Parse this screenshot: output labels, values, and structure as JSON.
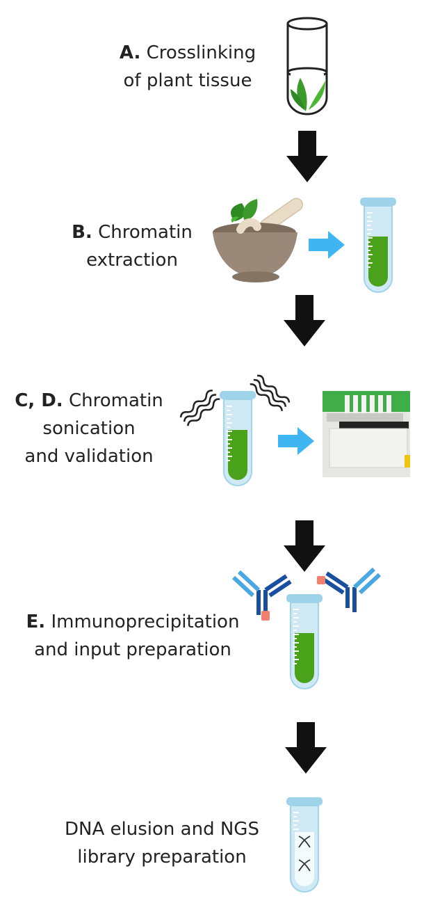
{
  "steps": [
    {
      "letter": "A.",
      "line1": "Crosslinking",
      "line2": "of plant tissue",
      "line3": ""
    },
    {
      "letter": "B.",
      "line1": "Chromatin",
      "line2": "extraction",
      "line3": ""
    },
    {
      "letter": "C, D.",
      "line1": "Chromatin",
      "line2": "sonication",
      "line3": "and validation"
    },
    {
      "letter": "E.",
      "line1": "Immunoprecipitation",
      "line2": "and input preparation",
      "line3": ""
    },
    {
      "letter": "",
      "line1": "DNA elusion and NGS",
      "line2": "library preparation",
      "line3": ""
    }
  ],
  "colors": {
    "arrow_black": "#111111",
    "arrow_blue": "#3fb6f2",
    "tube_glass": "#cfeaf5",
    "tube_rim": "#9ed3ea",
    "liquid_green": "#4aa21a",
    "antibody_blue": "#1a4fa0",
    "antibody_light": "#4aa8e0",
    "antibody_tip": "#f08070",
    "mortar": "#9a8878",
    "pestle": "#e9dcc7",
    "leaf": "#3c9a2a"
  },
  "icons": [
    "plant-tube-icon",
    "mortar-pestle-icon",
    "sonication-wave-icon",
    "gel-box-icon",
    "antibody-icon",
    "dna-icon"
  ]
}
